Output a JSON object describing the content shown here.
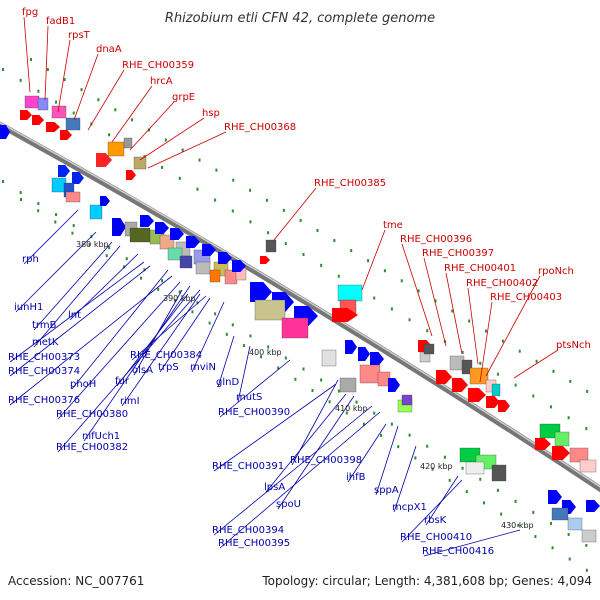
{
  "title": "Rhizobium etli CFN 42, complete genome",
  "footer": {
    "accession": "Accession: NC_007761",
    "summary": "Topology: circular; Length: 4,381,608 bp; Genes: 4,094"
  },
  "colors": {
    "forward_label": "#cc0000",
    "reverse_label": "#0000aa",
    "backbone": "#888888",
    "tick": "#2e8b2e"
  },
  "scale_labels": [
    "380 kbp",
    "390 kbp",
    "400 kbp",
    "410 kbp",
    "420 kbp",
    "430 kbp"
  ],
  "forward_labels": [
    "fpg",
    "fadB1",
    "rpsT",
    "dnaA",
    "RHE_CH00359",
    "hrcA",
    "grpE",
    "hsp",
    "RHE_CH00368",
    "RHE_CH00385",
    "tme",
    "RHE_CH00396",
    "RHE_CH00397",
    "RHE_CH00401",
    "RHE_CH00402",
    "rpoNch",
    "RHE_CH00403",
    "ptsNch"
  ],
  "reverse_labels": [
    "rph",
    "iunH1",
    "trmB",
    "metK",
    "lnt",
    "RHE_CH00373",
    "RHE_CH00374",
    "phoH",
    "RHE_CH00376",
    "RHE_CH00380",
    "nifUch1",
    "RHE_CH00382",
    "olsA",
    "fur",
    "rimI",
    "RHE_CH00384",
    "trpS",
    "mviN",
    "glnD",
    "mutS",
    "RHE_CH00390",
    "RHE_CH00391",
    "lpsA",
    "spoU",
    "RHE_CH00394",
    "RHE_CH00395",
    "RHE_CH00398",
    "ihfB",
    "sppA",
    "mcpX1",
    "rbsK",
    "RHE_CH00410",
    "RHE_CH00416"
  ]
}
